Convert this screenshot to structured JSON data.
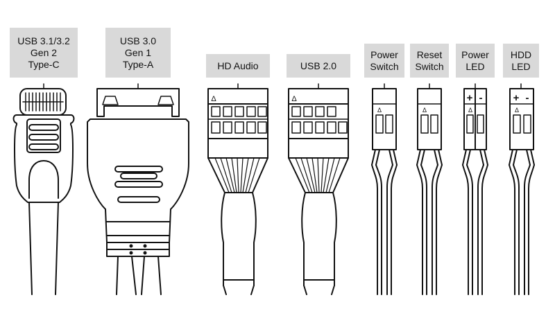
{
  "connectors": [
    {
      "id": "usb-c",
      "label_lines": [
        "USB 3.1/3.2",
        "Gen 2",
        "Type-C"
      ]
    },
    {
      "id": "usb3-a",
      "label_lines": [
        "USB 3.0",
        "Gen 1",
        "Type-A"
      ]
    },
    {
      "id": "hd-audio",
      "label_lines": [
        "HD Audio"
      ]
    },
    {
      "id": "usb2",
      "label_lines": [
        "USB 2.0"
      ]
    },
    {
      "id": "power-switch",
      "label_lines": [
        "Power",
        "Switch"
      ]
    },
    {
      "id": "reset-switch",
      "label_lines": [
        "Reset",
        "Switch"
      ]
    },
    {
      "id": "power-led",
      "label_lines": [
        "Power",
        "LED"
      ],
      "polarity": [
        "+",
        "-"
      ]
    },
    {
      "id": "hdd-led",
      "label_lines": [
        "HDD",
        "LED"
      ],
      "polarity": [
        "+",
        "-"
      ]
    }
  ],
  "pin1_marker": "Δ",
  "colors": {
    "label_bg": "#d9d9d9",
    "line": "#111111",
    "background": "#ffffff"
  }
}
